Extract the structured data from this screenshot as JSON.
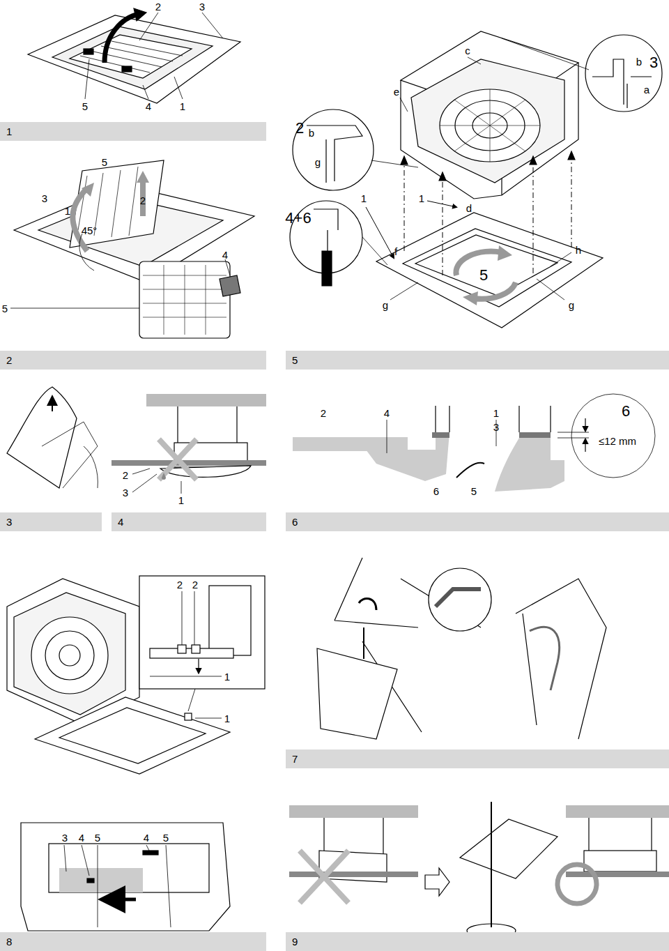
{
  "diagram": {
    "nodes": [
      {
        "text": [
          "1"
        ]
      },
      {
        "text": [
          "2"
        ]
      },
      {
        "text": [
          "5"
        ]
      },
      {
        "text": [
          "3"
        ]
      },
      {
        "text": [
          "4"
        ]
      },
      {
        "text": [
          "6"
        ]
      },
      {
        "text": [
          "7"
        ]
      },
      {
        "text": [
          "8"
        ]
      },
      {
        "text": [
          "9"
        ]
      }
    ],
    "labels": [
      "2",
      "3",
      "5",
      "4",
      "1",
      "c",
      "e",
      "b",
      "3",
      "a",
      "2",
      "b",
      "g",
      "4+6",
      "1",
      "1",
      "d",
      "f",
      "h",
      "5",
      "g",
      "g",
      "5",
      "3",
      "1",
      "2",
      "45°",
      "4",
      "5",
      "2",
      "3",
      "1",
      "2",
      "4",
      "1",
      "3",
      "6",
      "≤12 mm",
      "6",
      "5",
      "2",
      "2",
      "1",
      "1",
      "3",
      "4",
      "5",
      "4",
      "5"
    ]
  }
}
